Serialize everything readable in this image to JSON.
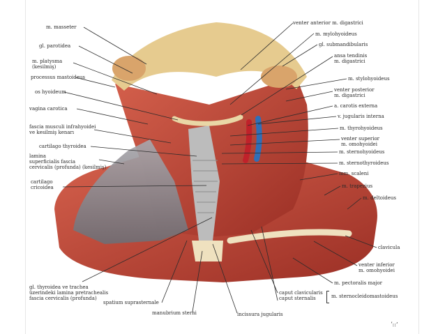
{
  "colors": {
    "muscle_dark": "#8e2a22",
    "muscle": "#c2483a",
    "muscle_light": "#dd7a66",
    "fascia": "#8f8f94",
    "bone": "#e8cf92",
    "gland": "#d7a36b",
    "artery": "#c0212a",
    "vein": "#2f6fb8",
    "leader": "#2b2b2b"
  },
  "labels_left": {
    "masseter": "m. masseter",
    "parotidea": "gl. parotidea",
    "platysma": "m. platysma\n(kesilmiş)",
    "processus_mastoideus": "processus mastoideus",
    "os_hyoideum": "os hyoideum",
    "vagina_carotica": "vagina carotica",
    "fascia_infrahyoidei": "fascia musculi infrahyoidei\nve kesilmiş kenarı",
    "cartilago_thyroidea": "cartilago thyroidea",
    "lamina_superficialis": "lamina\nsuperficialis fascia\ncervicalis (profunda) (kesilmiş)",
    "cartilago_cricoidea": "cartilago\ncricoidea",
    "gl_thyroidea": "gl. thyroidea ve trachea\nüzerindeki lamina pretrachealis\nfascia cervicalis (profunda)"
  },
  "labels_right": {
    "venter_anterior": "venter anterior m. digastrici",
    "mylohyoideus": "m. mylohyoideus",
    "submandibularis": "gl. submandibularis",
    "ansa_tendinis": "ansa tendinis\nm. digastrici",
    "stylohyoideus": "m. stylohyoideus",
    "venter_posterior": "venter posterior\nm. digastrici",
    "carotis_externa": "a. carotis externa",
    "jugularis_interna": "v. jugularis interna",
    "thyrohyoideus": "m. thyrohyoideus",
    "venter_superior": "venter superior\nm. omohyoidei",
    "sternohyoideus": "m. sternohyoideus",
    "sternothyroideus": "m. sternothyroideus",
    "scaleni": "mm. scaleni",
    "trapezius": "m. trapezius",
    "deltoideus": "m. deltoideus",
    "clavicula": "clavicula",
    "venter_inferior": "venter inferior\nm. omohyoidei",
    "pectoralis_major": "m. pectoralis major",
    "caput_clavicularis": "caput clavicularis\ncaput sternalis",
    "sternocleidomastoideus": "m. sternocleidomastoideus"
  },
  "labels_bottom": {
    "spatium_suprasternale": "spatium suprasternale",
    "manubrium_sterni": "manubrium sterni",
    "incissura_jugularis": "incissura jugularis"
  },
  "signature": "ʼ::ʻ"
}
